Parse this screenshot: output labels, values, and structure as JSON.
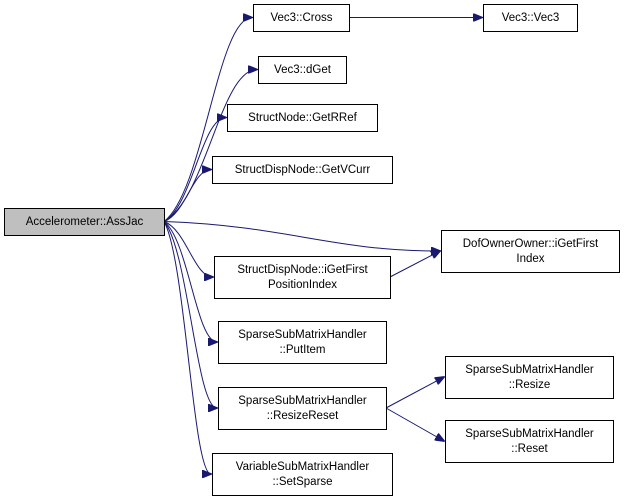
{
  "graph": {
    "colors": {
      "edge": "#191970",
      "root_fill": "#bfbfbf",
      "node_fill": "#ffffff",
      "node_stroke": "#000000"
    },
    "nodes": [
      {
        "id": "root",
        "lines": [
          "Accelerometer::AssJac"
        ]
      },
      {
        "id": "cross",
        "lines": [
          "Vec3::Cross"
        ]
      },
      {
        "id": "vec3",
        "lines": [
          "Vec3::Vec3"
        ]
      },
      {
        "id": "dget",
        "lines": [
          "Vec3::dGet"
        ]
      },
      {
        "id": "getrref",
        "lines": [
          "StructNode::GetRRef"
        ]
      },
      {
        "id": "getvcurr",
        "lines": [
          "StructDispNode::GetVCurr"
        ]
      },
      {
        "id": "dofowner",
        "lines": [
          "DofOwnerOwner::iGetFirst",
          "Index"
        ]
      },
      {
        "id": "sdnfirst",
        "lines": [
          "StructDispNode::iGetFirst",
          "PositionIndex"
        ]
      },
      {
        "id": "putitem",
        "lines": [
          "SparseSubMatrixHandler",
          "::PutItem"
        ]
      },
      {
        "id": "resizereset",
        "lines": [
          "SparseSubMatrixHandler",
          "::ResizeReset"
        ]
      },
      {
        "id": "resize",
        "lines": [
          "SparseSubMatrixHandler",
          "::Resize"
        ]
      },
      {
        "id": "reset",
        "lines": [
          "SparseSubMatrixHandler",
          "::Reset"
        ]
      },
      {
        "id": "setsparse",
        "lines": [
          "VariableSubMatrixHandler",
          "::SetSparse"
        ]
      }
    ],
    "edges": [
      {
        "from": "root",
        "to": "cross"
      },
      {
        "from": "cross",
        "to": "vec3"
      },
      {
        "from": "root",
        "to": "dget"
      },
      {
        "from": "root",
        "to": "getrref"
      },
      {
        "from": "root",
        "to": "getvcurr"
      },
      {
        "from": "root",
        "to": "dofowner"
      },
      {
        "from": "root",
        "to": "sdnfirst"
      },
      {
        "from": "sdnfirst",
        "to": "dofowner"
      },
      {
        "from": "root",
        "to": "putitem"
      },
      {
        "from": "root",
        "to": "resizereset"
      },
      {
        "from": "resizereset",
        "to": "resize"
      },
      {
        "from": "resizereset",
        "to": "reset"
      },
      {
        "from": "root",
        "to": "setsparse"
      }
    ]
  }
}
